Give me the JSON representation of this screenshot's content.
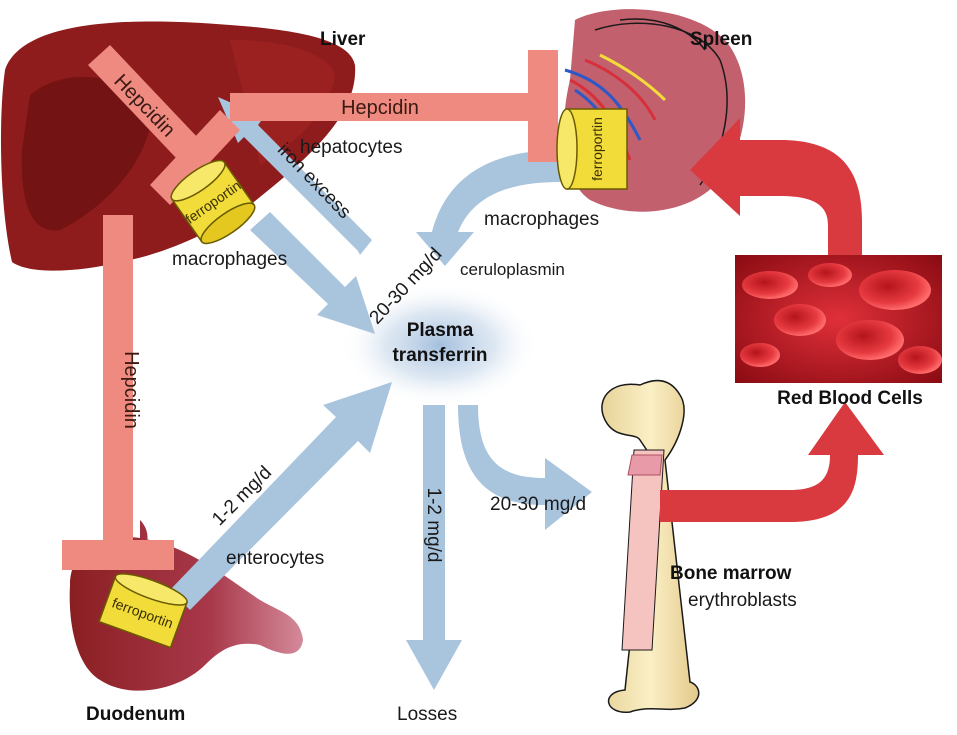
{
  "organs": {
    "liver": "Liver",
    "spleen": "Spleen",
    "duodenum": "Duodenum",
    "plasma_line1": "Plasma",
    "plasma_line2": "transferrin",
    "rbc": "Red Blood Cells",
    "bone_marrow": "Bone marrow",
    "erythroblasts": "erythroblasts",
    "losses": "Losses"
  },
  "cells": {
    "hepatocytes": "hepatocytes",
    "macrophages_liver": "macrophages",
    "macrophages_spleen": "macrophages",
    "enterocytes": "enterocytes",
    "ceruloplasmin": "ceruloplasmin"
  },
  "regulators": {
    "hepcidin_liver": "Hepcidin",
    "hepcidin_spleen": "Hepcidin",
    "hepcidin_vertical": "Hepcidin",
    "ferroportin": "ferroportin"
  },
  "flows": {
    "iron_excess": "iron excess",
    "spleen_to_plasma": "20-30 mg/d",
    "duodenum_to_plasma": "1-2 mg/d",
    "plasma_to_losses": "1-2 mg/d",
    "plasma_to_bone": "20-30 mg/d"
  },
  "colors": {
    "hepcidin_bar": "#ee8a80",
    "iron_flow": "#a9c4dd",
    "rbc_flow": "#d83a3f",
    "ferroportin": "#f2dc3a",
    "liver": "#8e1c1c",
    "spleen": "#c2606e",
    "plasma_glow": "#b8cfe6"
  }
}
